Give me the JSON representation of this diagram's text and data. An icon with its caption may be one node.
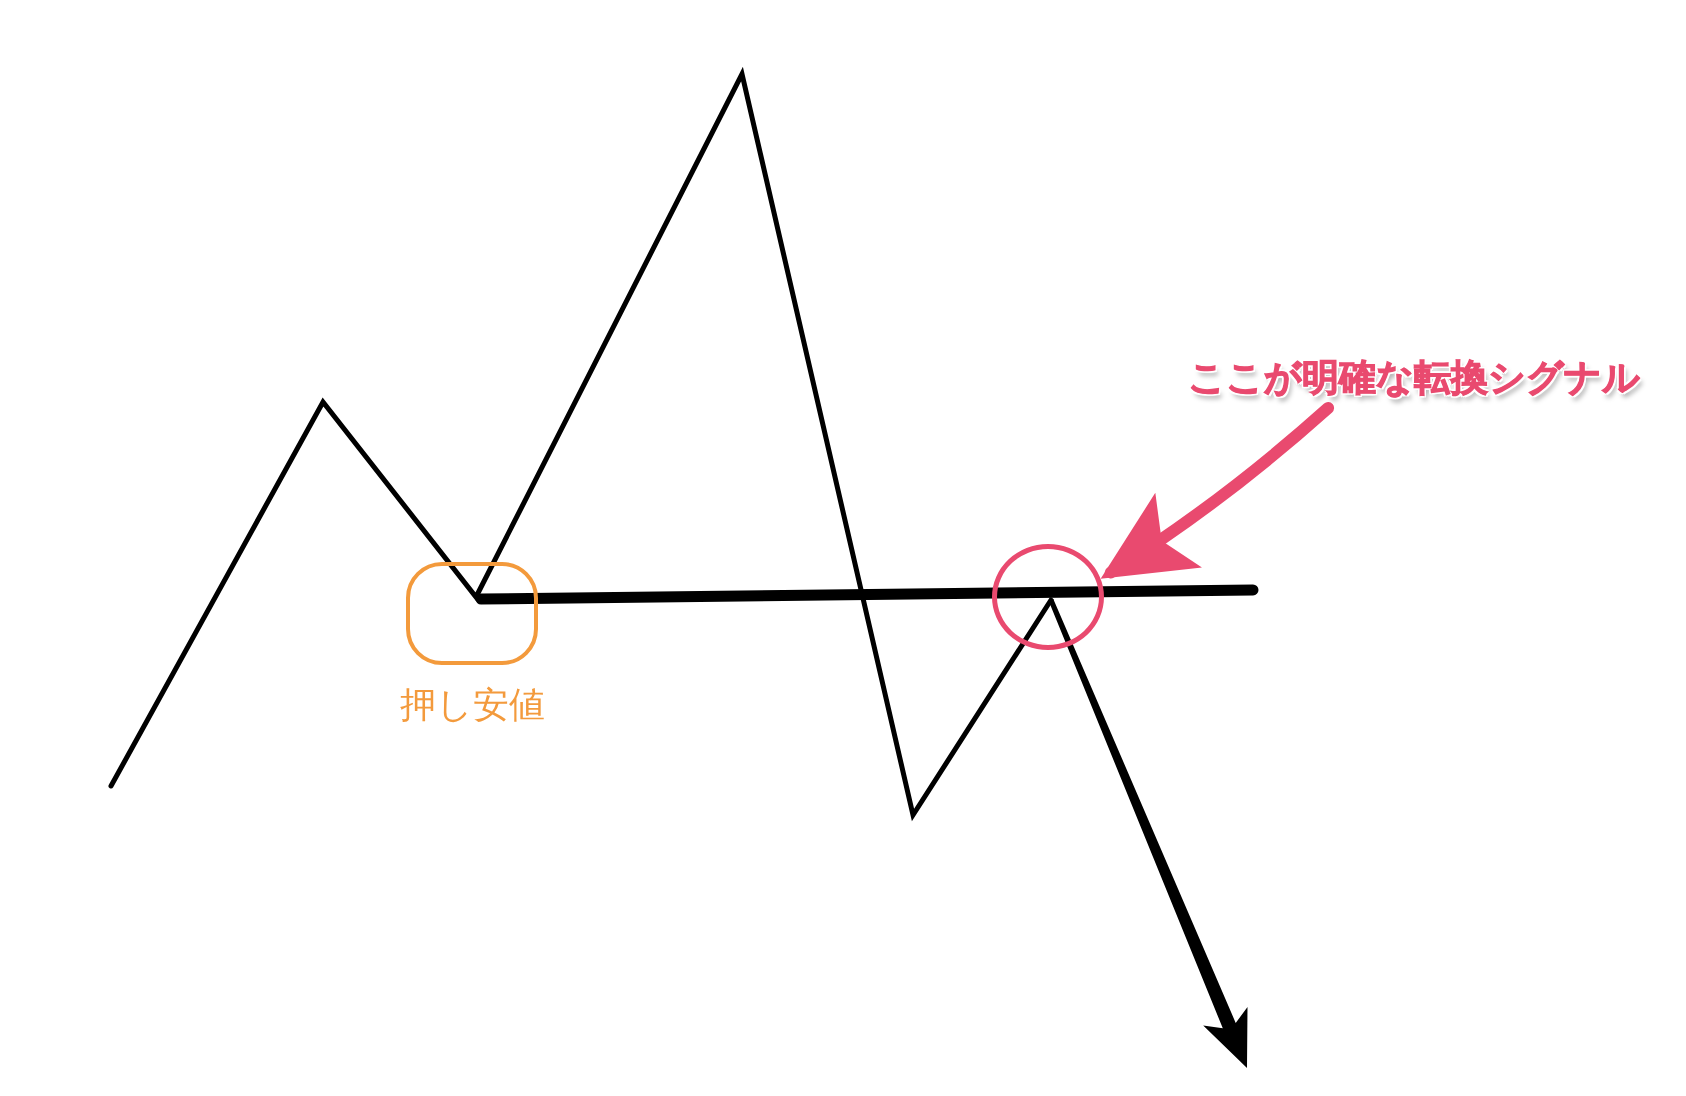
{
  "diagram": {
    "nodes": [
      {
        "text": [],
        "shape": "box",
        "beside": [
          "押し安値"
        ]
      },
      {
        "text": [
          "ここが明確な転換シグナル"
        ]
      },
      {
        "text": [],
        "shape": "circle"
      }
    ],
    "edges": [
      {
        "from": 1,
        "to": 2,
        "arrow": "to",
        "color": "#e94a6f"
      }
    ]
  }
}
